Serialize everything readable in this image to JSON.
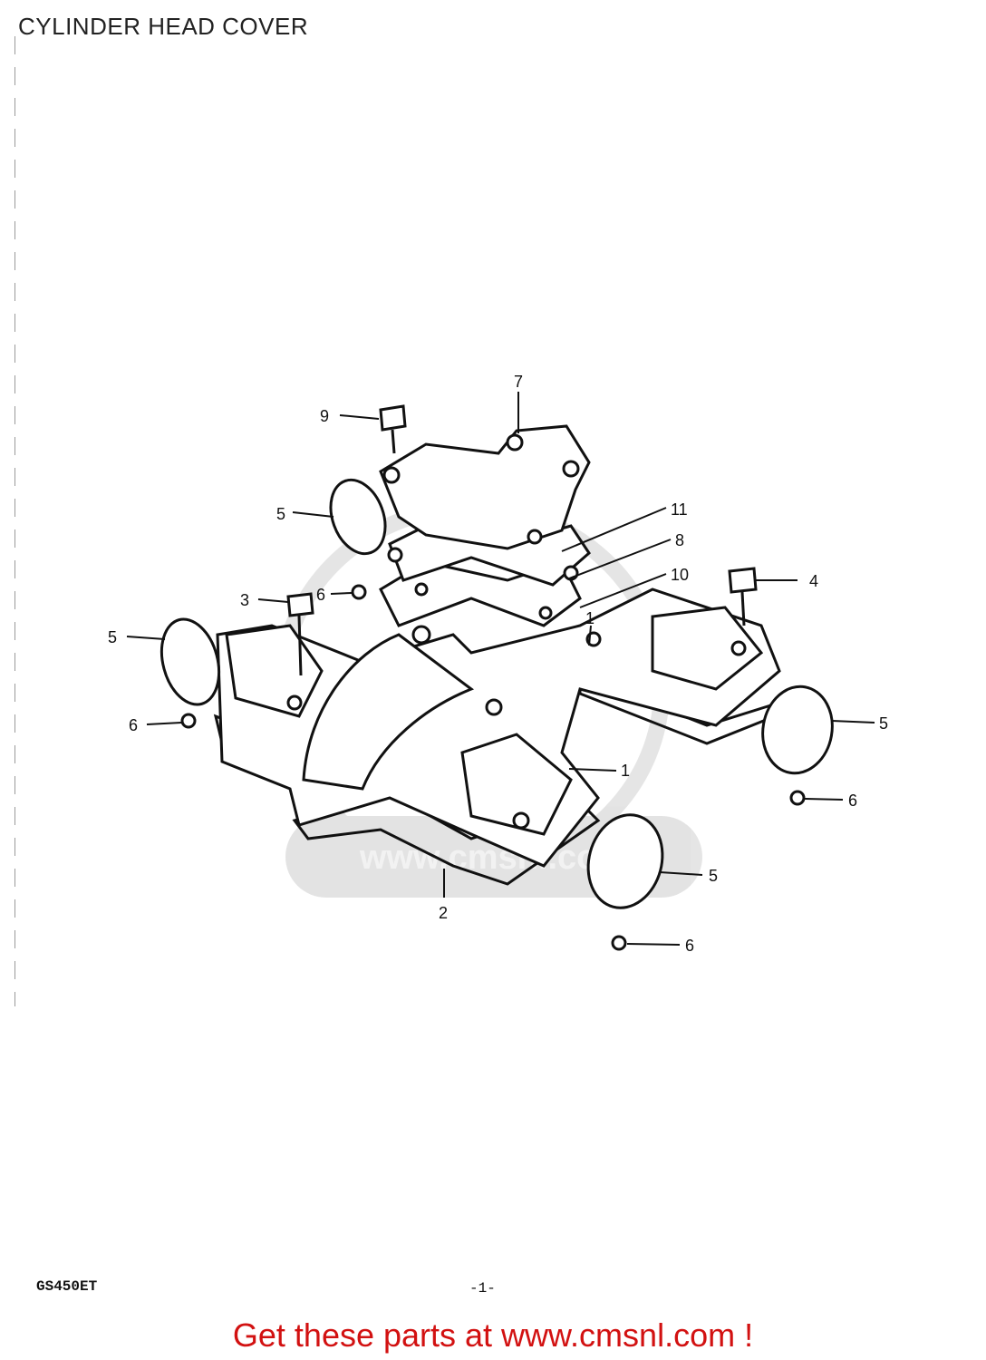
{
  "header": {
    "title": "CYLINDER HEAD COVER"
  },
  "diagram": {
    "callouts": {
      "c1": "1",
      "c1b": "1",
      "c2": "2",
      "c3": "3",
      "c4": "4",
      "c5a": "5",
      "c5b": "5",
      "c5c": "5",
      "c5d": "5",
      "c6a": "6",
      "c6b": "6",
      "c6c": "6",
      "c6d": "6",
      "c7": "7",
      "c8": "8",
      "c9": "9",
      "c10": "10",
      "c11": "11"
    },
    "watermark": "www.cmsnl.com"
  },
  "footer": {
    "model_code": "GS450ET",
    "page_number": "-1-",
    "promo": "Get these parts at www.cmsnl.com !"
  }
}
